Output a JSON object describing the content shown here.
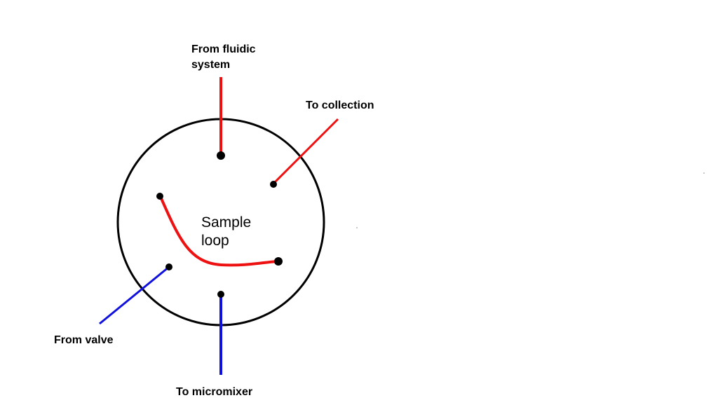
{
  "diagram": {
    "labels": {
      "from_fluidic_line1": "From fluidic",
      "from_fluidic_line2": "system",
      "to_collection": "To collection",
      "sample_loop_line1": "Sample",
      "sample_loop_line2": "loop",
      "from_valve": "From valve",
      "to_micromixer": "To micromixer"
    },
    "colors": {
      "red_line": "#ee1111",
      "blue_line": "#1111dd",
      "outline": "#000000"
    }
  }
}
